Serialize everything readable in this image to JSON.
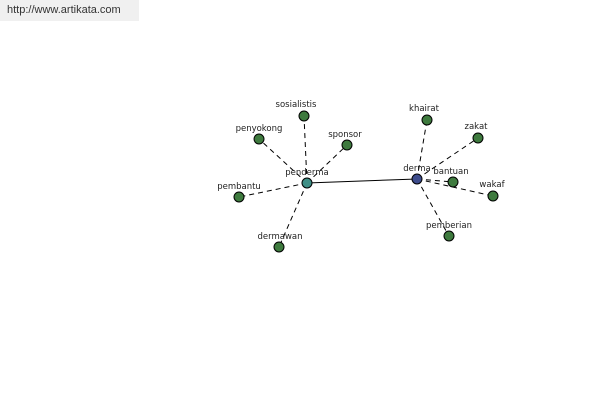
{
  "watermark": {
    "url": "http://www.artikata.com"
  },
  "colors": {
    "hub": "#3d4c8c",
    "hub_alt": "#3f8f86",
    "leaf": "#3e7a3e"
  },
  "graph": {
    "nodes": [
      {
        "id": "penderma",
        "label": "penderma",
        "kind": "hub_alt"
      },
      {
        "id": "derma",
        "label": "derma",
        "kind": "hub"
      },
      {
        "id": "sosialistis",
        "label": "sosialistis",
        "kind": "leaf"
      },
      {
        "id": "penyokong",
        "label": "penyokong",
        "kind": "leaf"
      },
      {
        "id": "sponsor",
        "label": "sponsor",
        "kind": "leaf"
      },
      {
        "id": "pembantu",
        "label": "pembantu",
        "kind": "leaf"
      },
      {
        "id": "dermawan",
        "label": "dermawan",
        "kind": "leaf"
      },
      {
        "id": "khairat",
        "label": "khairat",
        "kind": "leaf"
      },
      {
        "id": "zakat",
        "label": "zakat",
        "kind": "leaf"
      },
      {
        "id": "bantuan",
        "label": "bantuan",
        "kind": "leaf"
      },
      {
        "id": "wakaf",
        "label": "wakaf",
        "kind": "leaf"
      },
      {
        "id": "pemberian",
        "label": "pemberian",
        "kind": "leaf"
      }
    ],
    "edges": [
      {
        "from": "penderma",
        "to": "derma",
        "style": "solid"
      },
      {
        "from": "penderma",
        "to": "sosialistis",
        "style": "dashed"
      },
      {
        "from": "penderma",
        "to": "penyokong",
        "style": "dashed"
      },
      {
        "from": "penderma",
        "to": "sponsor",
        "style": "dashed"
      },
      {
        "from": "penderma",
        "to": "pembantu",
        "style": "dashed"
      },
      {
        "from": "penderma",
        "to": "dermawan",
        "style": "dashed"
      },
      {
        "from": "derma",
        "to": "khairat",
        "style": "dashed"
      },
      {
        "from": "derma",
        "to": "zakat",
        "style": "dashed"
      },
      {
        "from": "derma",
        "to": "bantuan",
        "style": "dashed"
      },
      {
        "from": "derma",
        "to": "wakaf",
        "style": "dashed"
      },
      {
        "from": "derma",
        "to": "pemberian",
        "style": "dashed"
      }
    ]
  }
}
